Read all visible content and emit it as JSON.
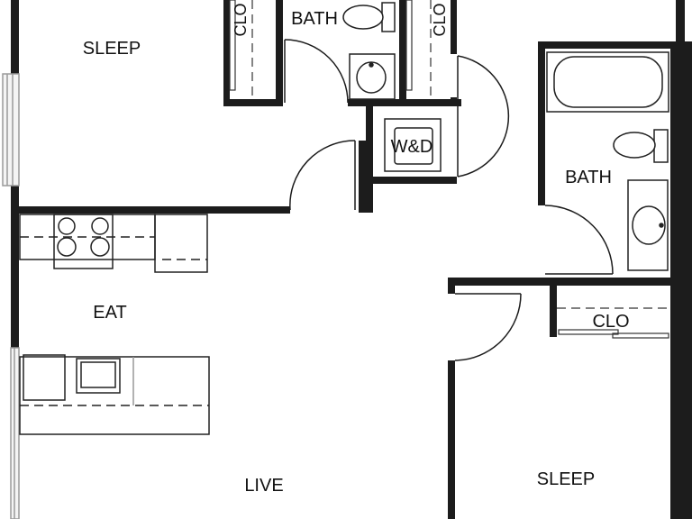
{
  "rooms": {
    "sleep_top": "SLEEP",
    "bath_top": "BATH",
    "clo_top_left": "CLO",
    "clo_top_mid": "CLO",
    "laundry": "W&D",
    "bath_right": "BATH",
    "eat": "EAT",
    "clo_right": "CLO",
    "live": "LIVE",
    "sleep_bottom": "SLEEP"
  },
  "colors": {
    "wall": "#1c1c1c",
    "fixture": "#222222",
    "window": "#c8c8c8",
    "background": "#ffffff"
  }
}
